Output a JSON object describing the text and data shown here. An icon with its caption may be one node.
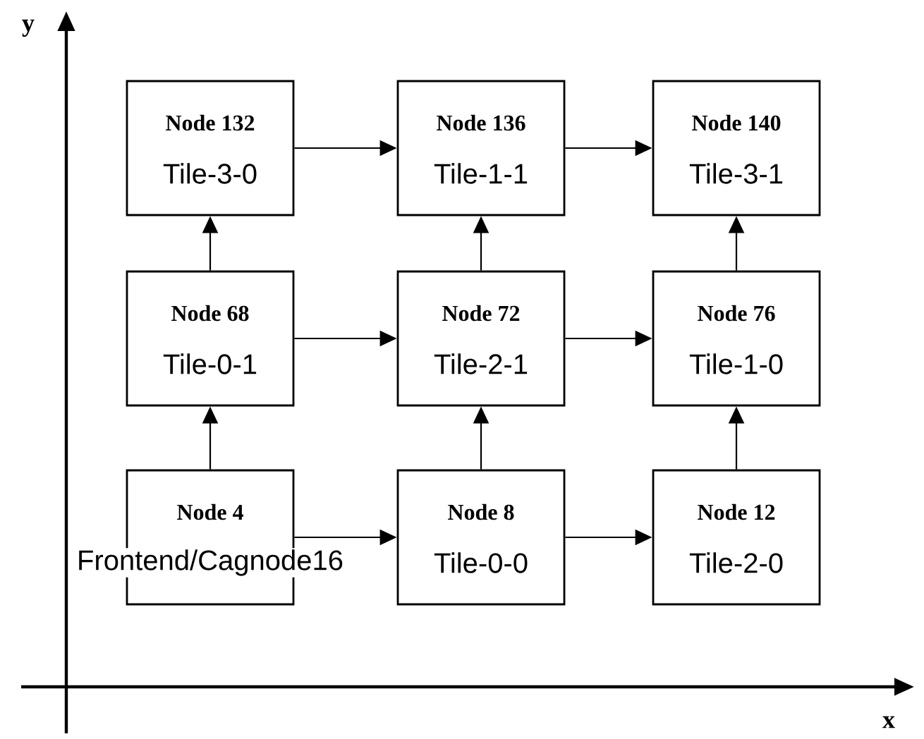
{
  "diagram": {
    "nodes": [
      {
        "text": [
          "Node 132",
          "Tile-3-0"
        ]
      },
      {
        "text": [
          "Node 136",
          "Tile-1-1"
        ]
      },
      {
        "text": [
          "Node 140",
          "Tile-3-1"
        ]
      },
      {
        "text": [
          "Node 68",
          "Tile-0-1"
        ]
      },
      {
        "text": [
          "Node 72",
          "Tile-2-1"
        ]
      },
      {
        "text": [
          "Node 76",
          "Tile-1-0"
        ]
      },
      {
        "text": [
          "Node 4",
          "Frontend/Cagnode16"
        ]
      },
      {
        "text": [
          "Node 8",
          "Tile-0-0"
        ]
      },
      {
        "text": [
          "Node 12",
          "Tile-2-0"
        ]
      }
    ],
    "edges": [
      {
        "from": 0,
        "to": 1,
        "arrow": "to"
      },
      {
        "from": 1,
        "to": 2,
        "arrow": "to"
      },
      {
        "from": 3,
        "to": 0,
        "arrow": "to"
      },
      {
        "from": 4,
        "to": 1,
        "arrow": "to"
      },
      {
        "from": 5,
        "to": 2,
        "arrow": "to"
      },
      {
        "from": 3,
        "to": 4,
        "arrow": "to"
      },
      {
        "from": 4,
        "to": 5,
        "arrow": "to"
      },
      {
        "from": 6,
        "to": 3,
        "arrow": "to"
      },
      {
        "from": 7,
        "to": 4,
        "arrow": "to"
      },
      {
        "from": 8,
        "to": 5,
        "arrow": "to"
      },
      {
        "from": 6,
        "to": 7,
        "arrow": "to"
      },
      {
        "from": 7,
        "to": 8,
        "arrow": "to"
      }
    ],
    "labels": [
      "y",
      "x"
    ]
  }
}
